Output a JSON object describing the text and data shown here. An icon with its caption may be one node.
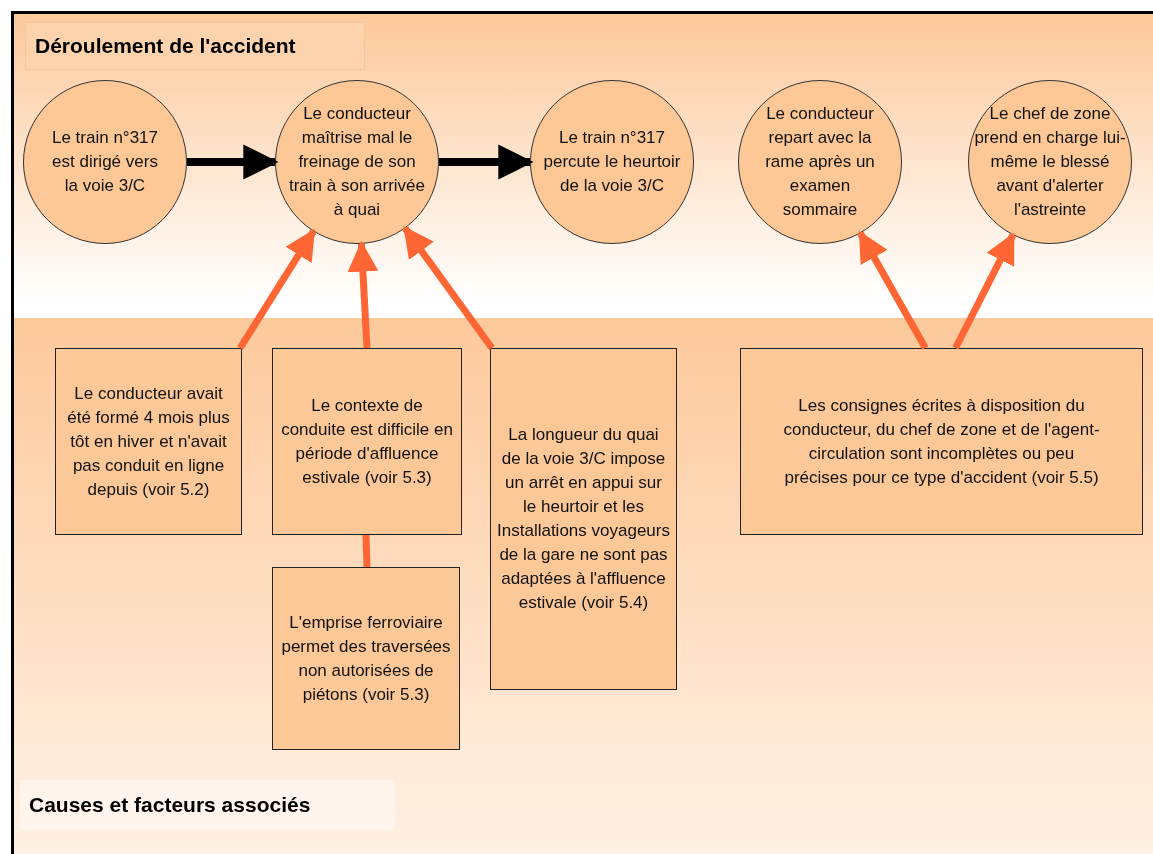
{
  "diagram": {
    "nodes": [
      {
        "text": [
          "Déroulement de l'accident"
        ]
      },
      {
        "text": [
          "Le train n°317 est dirigé vers la voie 3/C"
        ],
        "in": 0
      },
      {
        "text": [
          "Le conducteur maîtrise mal le freinage de son train à son arrivée à quai"
        ],
        "in": 0
      },
      {
        "text": [
          "Le train n°317 percute le heurtoir de la voie 3/C"
        ],
        "in": 0
      },
      {
        "text": [
          "Le conducteur repart avec la rame après un examen sommaire"
        ],
        "in": 0
      },
      {
        "text": [
          "Le chef de zone prend en charge lui-même le blessé avant d'alerter l'astreinte"
        ],
        "in": 0
      },
      {
        "text": [
          "Causes et facteurs associés"
        ]
      },
      {
        "text": [
          "Le conducteur avait été formé 4 mois plus tôt en hiver et n'avait pas conduit en ligne depuis (voir 5.2)"
        ],
        "in": 6
      },
      {
        "text": [
          "Le contexte de conduite est difficile en période d'affluence estivale (voir 5.3)"
        ],
        "in": 6
      },
      {
        "text": [
          "L'emprise ferroviaire permet des traversées non autorisées de piétons (voir 5.3)"
        ],
        "in": 6
      },
      {
        "text": [
          "La longueur du quai de la voie 3/C impose un arrêt en appui sur le heurtoir et les Installations voyageurs de la gare ne sont pas adaptées à l'affluence estivale (voir 5.4)"
        ],
        "in": 6
      },
      {
        "text": [
          "Les consignes écrites à disposition du conducteur, du chef de zone et de l'agent-circulation sont incomplètes ou peu précises pour ce type d'accident (voir 5.5)"
        ],
        "in": 6
      }
    ],
    "edges": [
      {
        "from": 1,
        "to": 2,
        "arrow": "to",
        "color": "#000000"
      },
      {
        "from": 2,
        "to": 3,
        "arrow": "to",
        "color": "#000000"
      },
      {
        "from": 7,
        "to": 2,
        "arrow": "to"
      },
      {
        "from": 8,
        "to": 2,
        "arrow": "to"
      },
      {
        "from": 10,
        "to": 2,
        "arrow": "to"
      },
      {
        "from": 11,
        "to": 4,
        "arrow": "to"
      },
      {
        "from": 11,
        "to": 5,
        "arrow": "to"
      },
      {
        "from": 9,
        "to": 8,
        "arrow": "none"
      }
    ]
  }
}
